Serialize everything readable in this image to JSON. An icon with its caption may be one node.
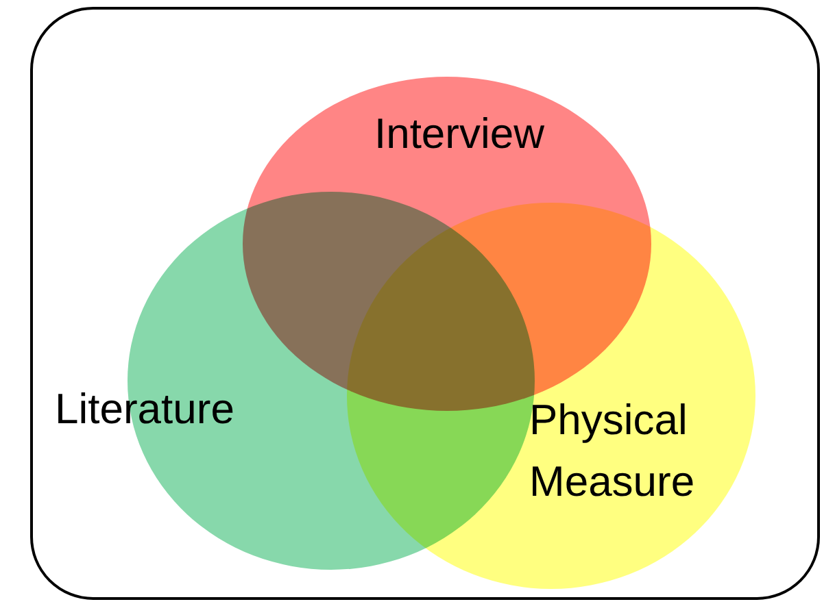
{
  "diagram": {
    "nodes": [
      {
        "text": [
          "Interview"
        ]
      },
      {
        "text": [
          "Literature"
        ]
      },
      {
        "text": [
          "Physical Measure"
        ]
      }
    ]
  }
}
